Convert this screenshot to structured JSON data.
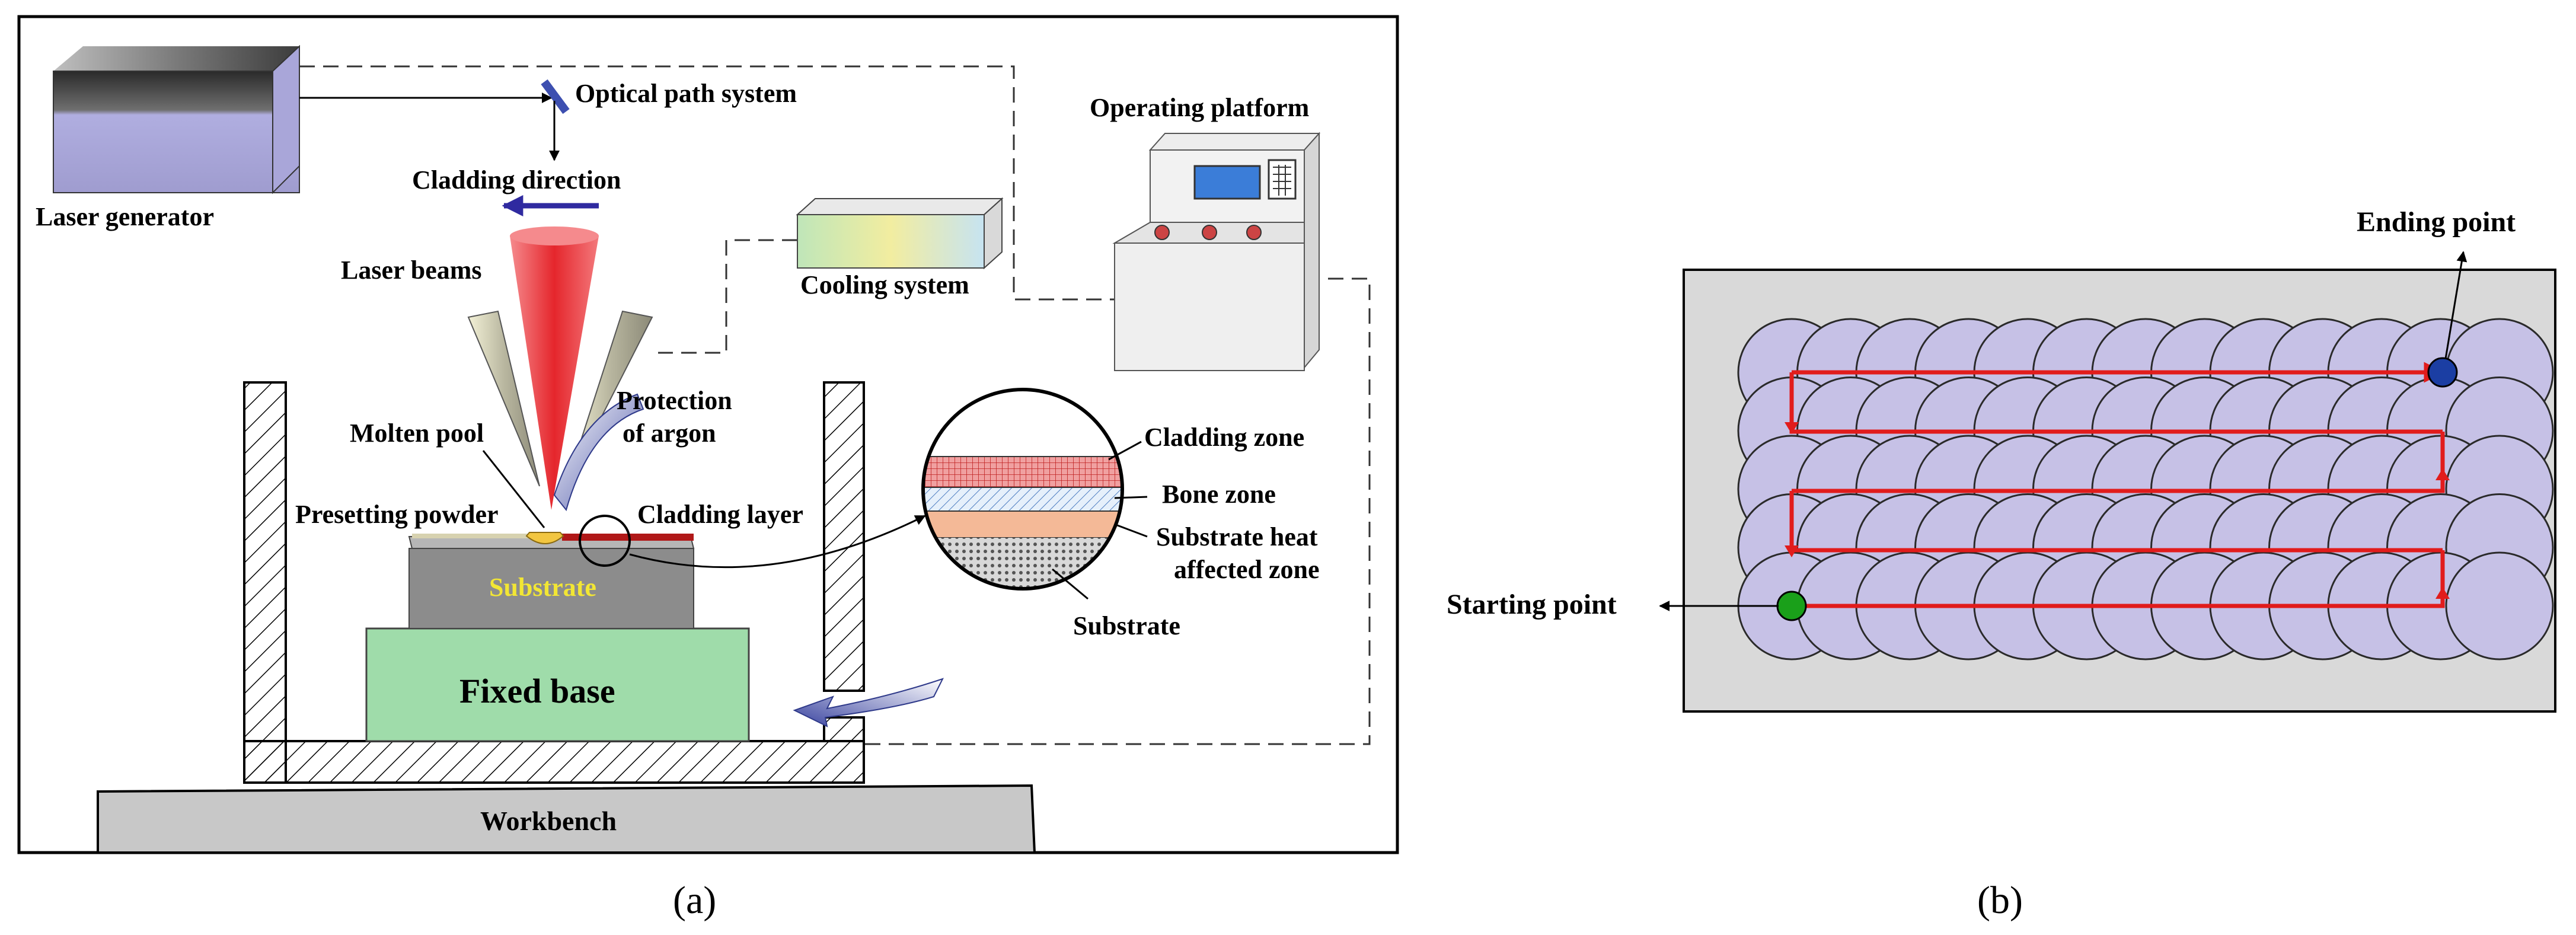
{
  "panel_a": {
    "caption": "(a)",
    "labels": {
      "laser_generator": "Laser generator",
      "optical_path_system": "Optical path system",
      "cladding_direction": "Cladding direction",
      "operating_platform": "Operating platform",
      "cooling_system": "Cooling system",
      "laser_beams": "Laser beams",
      "protection_of_argon_1": "Protection",
      "protection_of_argon_2": "of argon",
      "molten_pool": "Molten pool",
      "presetting_powder": "Presetting powder",
      "cladding_layer": "Cladding layer",
      "substrate": "Substrate",
      "fixed_base": "Fixed base",
      "workbench": "Workbench",
      "cladding_zone": "Cladding zone",
      "bone_zone": "Bone zone",
      "substrate_heat_1": "Substrate heat",
      "substrate_heat_2": "affected zone",
      "substrate_detail": "Substrate"
    },
    "colors": {
      "laser_beam": "#e83a40",
      "cladding_direction_arrow": "#2f2aa0",
      "fixed_base": "#9fdcaa",
      "substrate": "#8c8c8c",
      "substrate_label": "#f2e634",
      "workbench": "#c8c8c8",
      "cladding_layer": "#b01818"
    }
  },
  "panel_b": {
    "caption": "(b)",
    "labels": {
      "ending_point": "Ending point",
      "starting_point": "Starting point"
    },
    "grid": {
      "rows": 5,
      "columns": 13
    },
    "colors": {
      "spot_fill": "#c6c1e6",
      "scan_path": "#e11c1c",
      "start_marker": "#1aa01a",
      "end_marker": "#1b3ea3",
      "plate": "#d9d9d9"
    }
  }
}
